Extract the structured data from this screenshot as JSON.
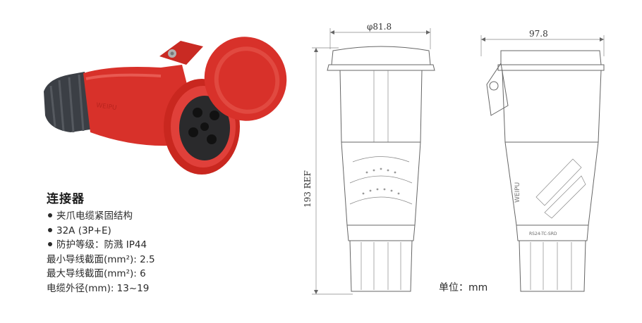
{
  "product": {
    "title": "连接器",
    "specs": [
      {
        "bullet": true,
        "text": "夹爪电缆紧固结构"
      },
      {
        "bullet": true,
        "text": "32A (3P+E)"
      },
      {
        "bullet": true,
        "text": "防护等级：防溅  IP44"
      },
      {
        "bullet": false,
        "text": "最小导线截面(mm²): 2.5"
      },
      {
        "bullet": false,
        "text": "最大导线截面(mm²): 6"
      },
      {
        "bullet": false,
        "text": "电缆外径(mm): 13~19"
      }
    ],
    "body_color": "#d8312a",
    "gland_color": "#3b3f45",
    "brand_mark": "WEIPU"
  },
  "drawing": {
    "dim_width_front": "φ81.8",
    "dim_width_side": "97.8",
    "dim_height": "193  REF",
    "part_code": "RS24-TC-SRD",
    "unit_label": "单位：mm"
  }
}
